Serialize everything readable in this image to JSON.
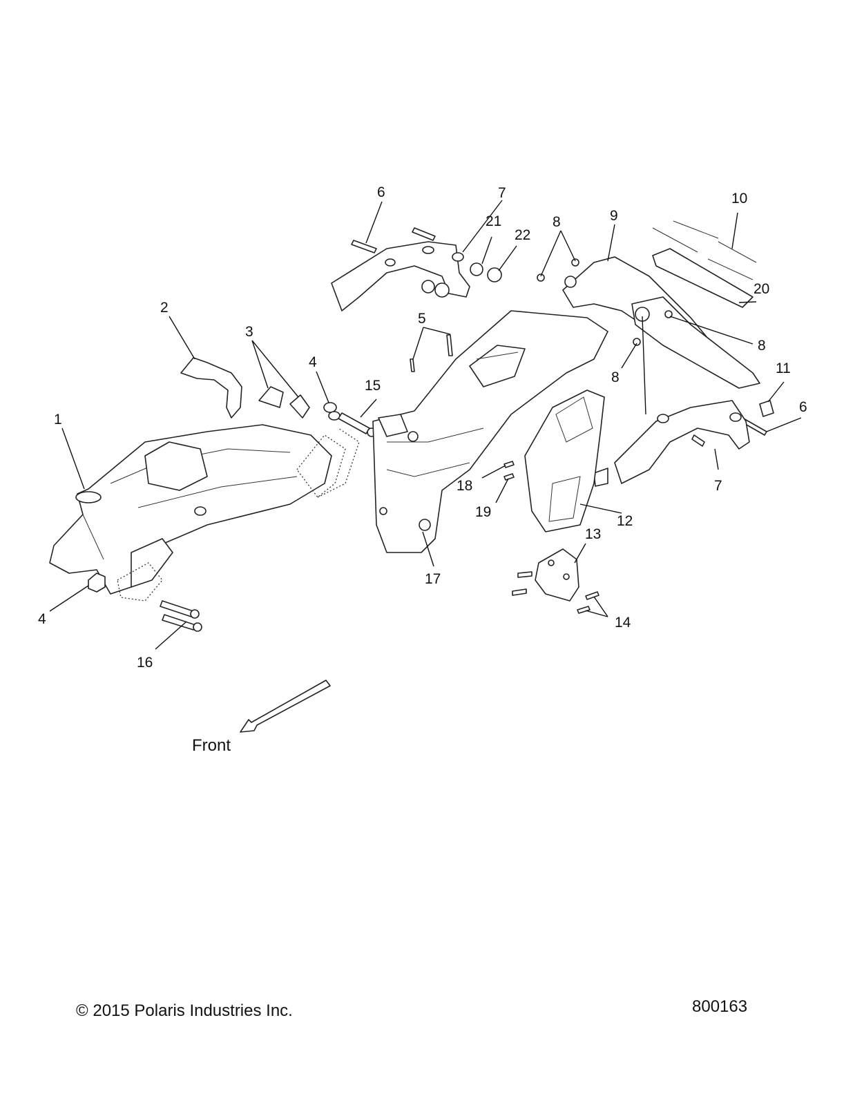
{
  "callouts": {
    "c1": "1",
    "c2": "2",
    "c3": "3",
    "c4a": "4",
    "c4b": "4",
    "c5": "5",
    "c6a": "6",
    "c6b": "6",
    "c7a": "7",
    "c7b": "7",
    "c8a": "8",
    "c8b": "8",
    "c8c": "8",
    "c9": "9",
    "c10": "10",
    "c11": "11",
    "c12": "12",
    "c13": "13",
    "c14": "14",
    "c15": "15",
    "c16": "16",
    "c17": "17",
    "c18": "18",
    "c19": "19",
    "c20": "20",
    "c21": "21",
    "c22": "22"
  },
  "direction_label": "Front",
  "footer": {
    "copyright": "© 2015 Polaris Industries Inc.",
    "drawing_number": "800163"
  }
}
